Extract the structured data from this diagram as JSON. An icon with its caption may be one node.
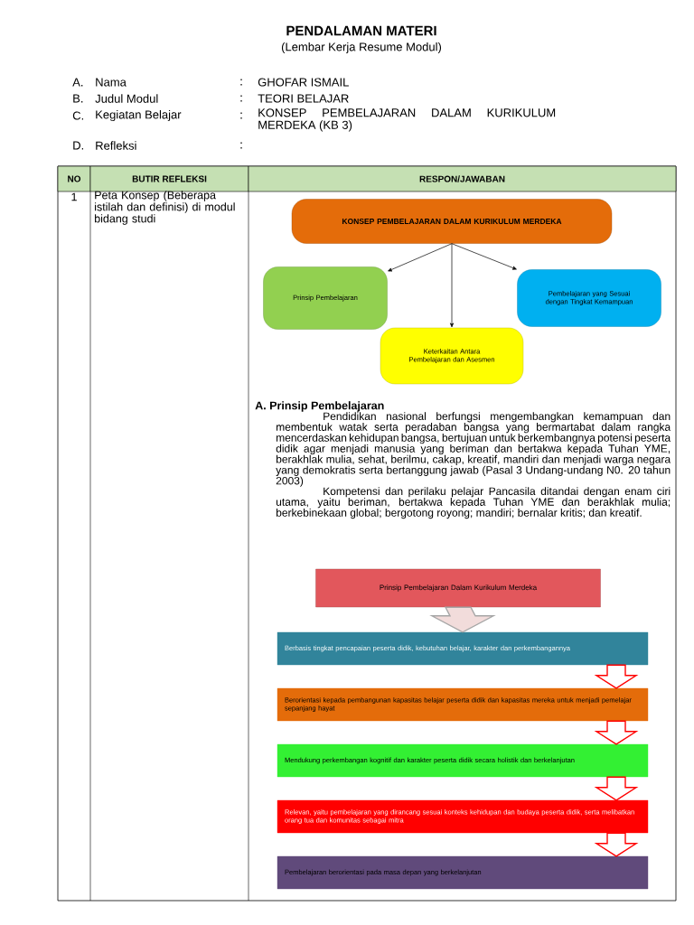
{
  "diagram": {
    "title": "PENDALAMAN MATERI",
    "nodes": [
      {
        "text": [
          "KONSEP PEMBELAJARAN DALAM KURIKULUM MERDEKA"
        ]
      },
      {
        "text": [
          "Prinsip Pembelajaran"
        ]
      },
      {
        "text": [
          "Pembelajaran yang Sesuai dengan Tingkat Kemampuan"
        ]
      },
      {
        "text": [
          "Keterkaitan Antara Pembelajaran dan Asesmen"
        ]
      },
      {
        "text": [
          "Prinsip Pembelajaran Dalam Kurikulum Merdeka"
        ]
      },
      {
        "text": [
          "Berbasis tingkat pencapaian peserta didik, kebutuhan belajar, karakter dan perkembangannya"
        ]
      },
      {
        "text": [
          "Berorientasi kepada pembangunan kapasitas belajar peserta didik dan kapasitas mereka untuk menjadi pemelajar sepanjang hayat"
        ]
      },
      {
        "text": [
          "Mendukung perkembangan kognitif dan karakter peserta didik secara holistik dan berkelanjutan"
        ]
      },
      {
        "text": [
          "Relevan, yaitu pembelajaran yang dirancang sesuai konteks kehidupan dan budaya peserta didik, serta melibatkan orang tua dan komunitas sebagai mitra"
        ]
      },
      {
        "text": [
          "Pembelajaran berorientasi pada masa depan yang berkelanjutan"
        ]
      }
    ],
    "edges": [
      {
        "from": 0,
        "to": 1,
        "arrow": "to"
      },
      {
        "from": 0,
        "to": 2,
        "arrow": "to"
      },
      {
        "from": 0,
        "to": 3,
        "arrow": "to"
      },
      {
        "from": 4,
        "to": 5,
        "arrow": "to",
        "color": "#a6a6a6"
      },
      {
        "from": 5,
        "to": 6,
        "arrow": "to",
        "color": "#ff0000"
      },
      {
        "from": 6,
        "to": 7,
        "arrow": "to",
        "color": "#ff0000"
      },
      {
        "from": 7,
        "to": 8,
        "arrow": "to",
        "color": "#ff0000"
      },
      {
        "from": 8,
        "to": 9,
        "arrow": "to",
        "color": "#ff0000"
      }
    ],
    "labels": [
      "(Lembar Kerja Resume Modul)",
      "A.",
      "Nama",
      ":",
      "GHOFAR ISMAIL",
      "B.",
      "Judul Modul",
      ":",
      "TEORI BELAJAR",
      "C.",
      "Kegiatan Belajar",
      ":",
      "KONSEP PEMBELAJARAN DALAM KURIKULUM MERDEKA (KB 3)",
      "D.",
      "Refleksi",
      ":",
      "NO",
      "BUTIR REFLEKSI",
      "RESPON/JAWABAN",
      "1",
      "Peta Konsep (Beberapa istilah dan definisi) di modul bidang studi",
      "A. Prinsip Pembelajaran",
      "Pendidikan nasional berfungsi mengembangkan kemampuan dan membentuk watak serta peradaban bangsa yang bermartabat dalam rangka mencerdaskan kehidupan bangsa, bertujuan untuk berkembangnya potensi peserta didik agar menjadi manusia yang beriman dan bertakwa kepada Tuhan YME, berakhlak mulia, sehat, berilmu, cakap, kreatif, mandiri dan menjadi warga negara yang demokratis serta bertanggung jawab (Pasal 3 Undang-undang N0. 20 tahun 2003)",
      "Kompetensi dan perilaku pelajar Pancasila ditandai dengan enam ciri utama, yaitu beriman, bertakwa kepada Tuhan YME dan berakhlak mulia; berkebinekaan global; bergotong royong; mandiri; bernalar kritis; dan kreatif."
    ]
  }
}
